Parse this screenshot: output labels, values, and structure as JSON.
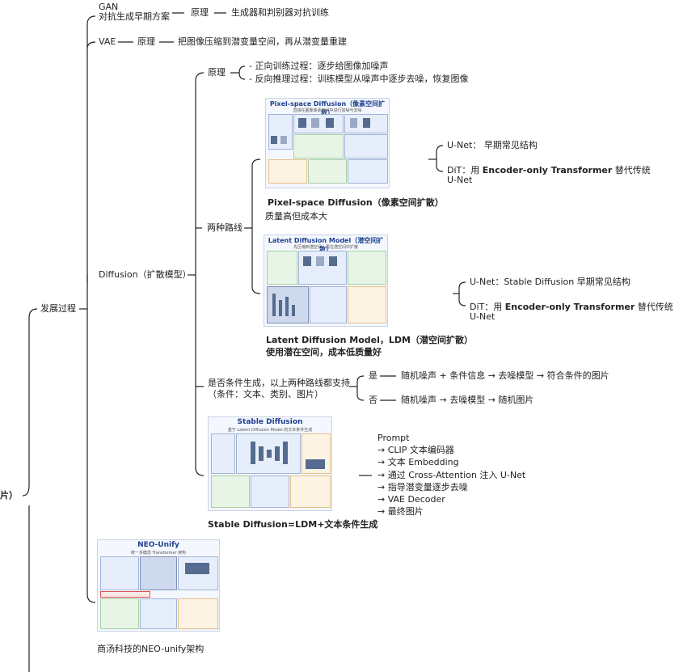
{
  "root": {
    "label": "片）"
  },
  "main_branch": {
    "label": "发展过程"
  },
  "gan": {
    "title": "GAN",
    "subtitle": "对抗生成早期方案",
    "principle_label": "原理",
    "principle_text": "生成器和判别器对抗训练"
  },
  "vae": {
    "title": "VAE",
    "principle_label": "原理",
    "principle_text": "把图像压缩到潜变量空间，再从潜变量重建"
  },
  "diffusion": {
    "title": "Diffusion（扩散模型）",
    "principle_label": "原理",
    "principle_items": [
      "- 正向训练过程：逐步给图像加噪声",
      "- 反向推理过程：训练模型从噪声中逐步去噪，恢复图像"
    ],
    "two_routes_label": "两种路线",
    "pixel": {
      "thumb_title": "Pixel-space Diffusion（像素空间扩散）",
      "thumb_subtitle": "直接在图像像素空间中进行加噪与去噪",
      "caption": "Pixel-space Diffusion（像素空间扩散）",
      "note": "质量高但成本大",
      "unet": "U-Net： 早期常见结构",
      "dit_prefix": "DiT：用 ",
      "dit_bold": "Encoder-only Transformer",
      "dit_suffix": " 替代传统",
      "dit_line2": "U-Net"
    },
    "latent": {
      "thumb_title": "Latent Diffusion Model（潜空间扩散）",
      "thumb_subtitle": "先压缩到潜空间，再在潜空间中扩散",
      "caption": "Latent Diffusion Model，LDM（潜空间扩散）",
      "note": "使用潜在空间，成本低质量好",
      "unet": "U-Net：Stable Diffusion 早期常见结构",
      "dit_prefix": "DiT：用 ",
      "dit_bold": "Encoder-only Transformer",
      "dit_suffix": " 替代传统",
      "dit_line2": "U-Net"
    },
    "conditional": {
      "question_line1": "是否条件生成，以上两种路线都支持",
      "question_line2": "（条件：文本、类别、图片）",
      "yes_label": "是",
      "yes_text": "随机噪声 + 条件信息 → 去噪模型 → 符合条件的图片",
      "no_label": "否",
      "no_text": "随机噪声 → 去噪模型 → 随机图片"
    },
    "stable": {
      "thumb_title": "Stable Diffusion",
      "thumb_subtitle": "基于 Latent Diffusion Model 的文本条件生成",
      "caption": "Stable Diffusion=LDM+文本条件生成",
      "pipeline": [
        "Prompt",
        "→ CLIP 文本编码器",
        "→ 文本 Embedding",
        "→ 通过 Cross-Attention 注入 U-Net",
        "→ 指导潜变量逐步去噪",
        "→ VAE Decoder",
        "→ 最终图片"
      ]
    }
  },
  "neo": {
    "thumb_title": "NEO-Unify",
    "thumb_subtitle": "统一多模态 Transformer 架构",
    "caption": "商汤科技的NEO-unify架构"
  },
  "colors": {
    "line": "#222222",
    "thumb_border": "#c9d3e6",
    "thumb_title": "#1f3f8f"
  }
}
